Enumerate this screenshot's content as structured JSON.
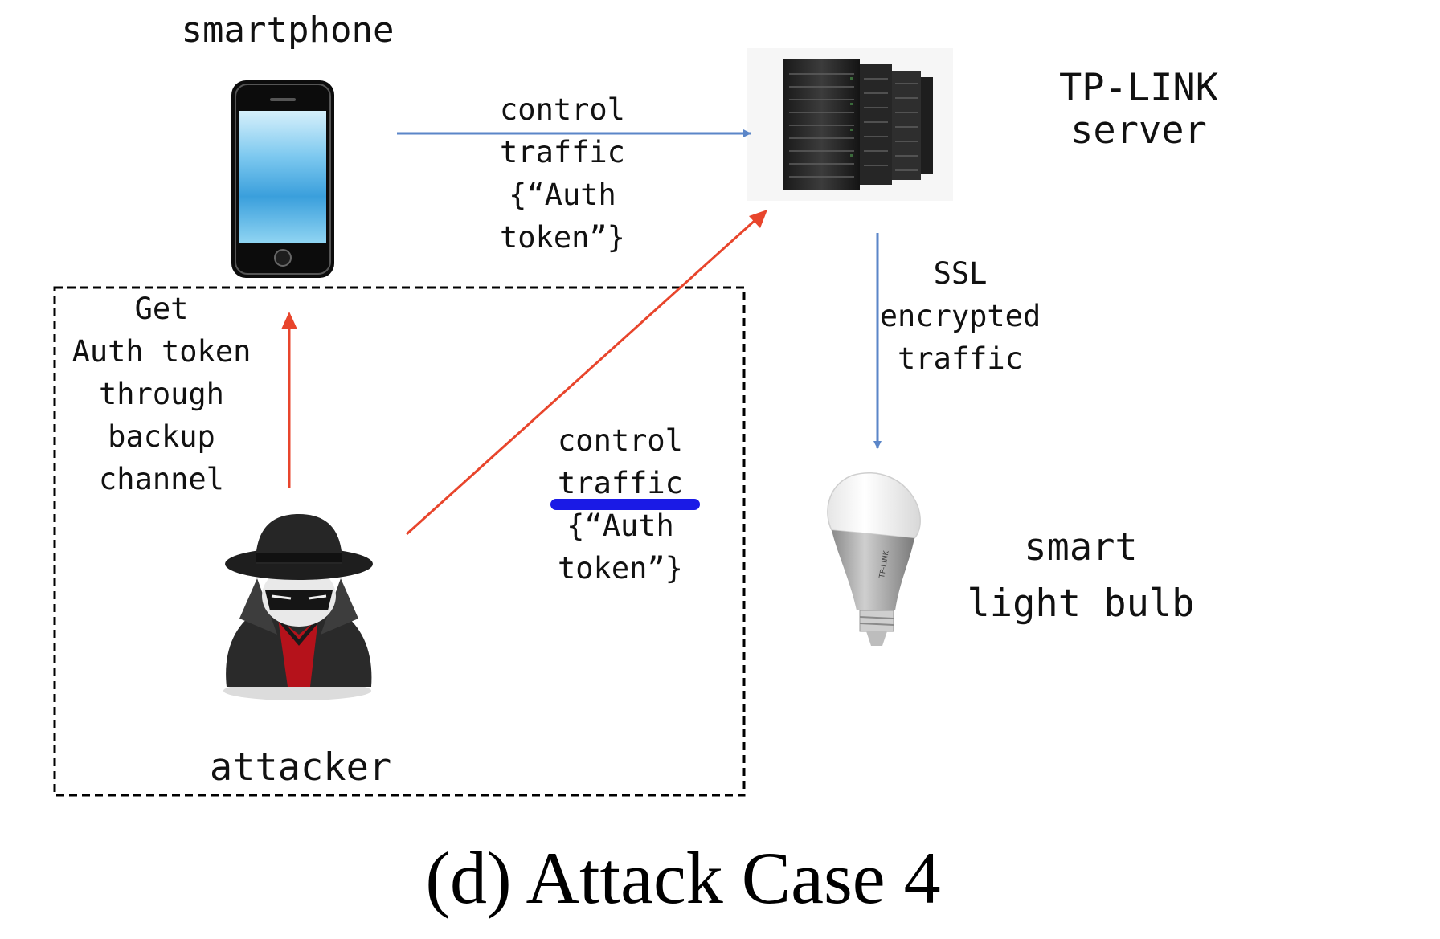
{
  "nodes": {
    "smartphone": {
      "label": "smartphone"
    },
    "server": {
      "label_lines": [
        "TP-LINK",
        "server"
      ]
    },
    "bulb": {
      "label_lines": [
        "smart",
        "light bulb"
      ],
      "brand_text": "TP-LINK"
    },
    "attacker": {
      "label": "attacker"
    }
  },
  "edges": {
    "phone_to_server": {
      "label_lines": [
        "control",
        "traffic",
        "{“Auth",
        "token”}"
      ],
      "color": "#5b86c8"
    },
    "server_to_bulb": {
      "label_lines": [
        "SSL",
        "encrypted",
        "traffic"
      ],
      "color": "#5b86c8"
    },
    "attacker_to_phone": {
      "label_lines": [
        "Get",
        "Auth token",
        "through",
        "backup",
        "channel"
      ],
      "color": "#e8452c"
    },
    "attacker_to_server": {
      "label_lines": [
        "control",
        "traffic",
        "{“Auth",
        "token”}"
      ],
      "color": "#e8452c"
    }
  },
  "highlight_color": "#1a1ae6",
  "caption": "(d) Attack Case 4"
}
